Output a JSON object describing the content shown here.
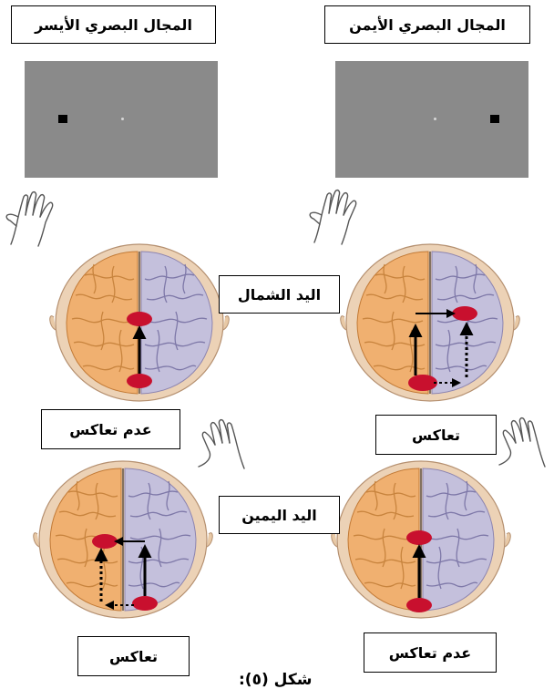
{
  "titles": {
    "left_field": "المجال البصري الأيسر",
    "right_field": "المجال البصري الأيمن"
  },
  "labels": {
    "left_hand": "اليد الشمال",
    "right_hand": "اليد اليمين",
    "top_left_brain": "عدم تعاكس",
    "top_right_brain": "تعاكس",
    "bottom_left_brain": "تعاكس",
    "bottom_right_brain": "عدم تعاكس"
  },
  "caption": "شكل (٥):",
  "colors": {
    "screen": "#8a8a8a",
    "left_hemisphere": "#f0b070",
    "right_hemisphere": "#c4c0dc",
    "spot": "#c8102e"
  }
}
